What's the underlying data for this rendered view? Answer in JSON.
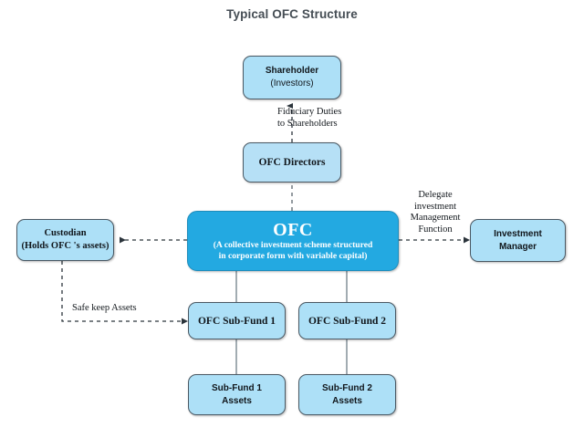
{
  "title": "Typical OFC Structure",
  "theme": {
    "background": "#ffffff",
    "node_fill_light": "#ade0f7",
    "node_fill_accent": "#23a9e1",
    "node_border": "#4a5863",
    "accent_border": "#1f8cbb",
    "title_color": "#454d54",
    "text_color": "#11161b",
    "accent_text_color": "#ffffff",
    "connector_color": "#7a8891"
  },
  "nodes": {
    "shareholder": {
      "name": "Shareholder",
      "subtitle": "(Investors)"
    },
    "directors": {
      "name": "OFC Directors"
    },
    "ofc": {
      "name": "OFC",
      "description_line1": "(A collective investment scheme structured",
      "description_line2": "in corporate form with variable capital)"
    },
    "custodian": {
      "name": "Custodian",
      "subtitle": "(Holds OFC 's assets)"
    },
    "investment_manager": {
      "line1": "Investment",
      "line2": "Manager"
    },
    "subfund1": {
      "name": "OFC Sub-Fund 1"
    },
    "subfund2": {
      "name": "OFC Sub-Fund 2"
    },
    "assets1": {
      "line1": "Sub-Fund 1",
      "line2": "Assets"
    },
    "assets2": {
      "line1": "Sub-Fund 2",
      "line2": "Assets"
    }
  },
  "edge_labels": {
    "fiduciary": "Fiduciary Duties\nto Shareholders",
    "delegate": "Delegate\ninvestment\nManagement\nFunction",
    "safekeep": "Safe keep Assets"
  }
}
